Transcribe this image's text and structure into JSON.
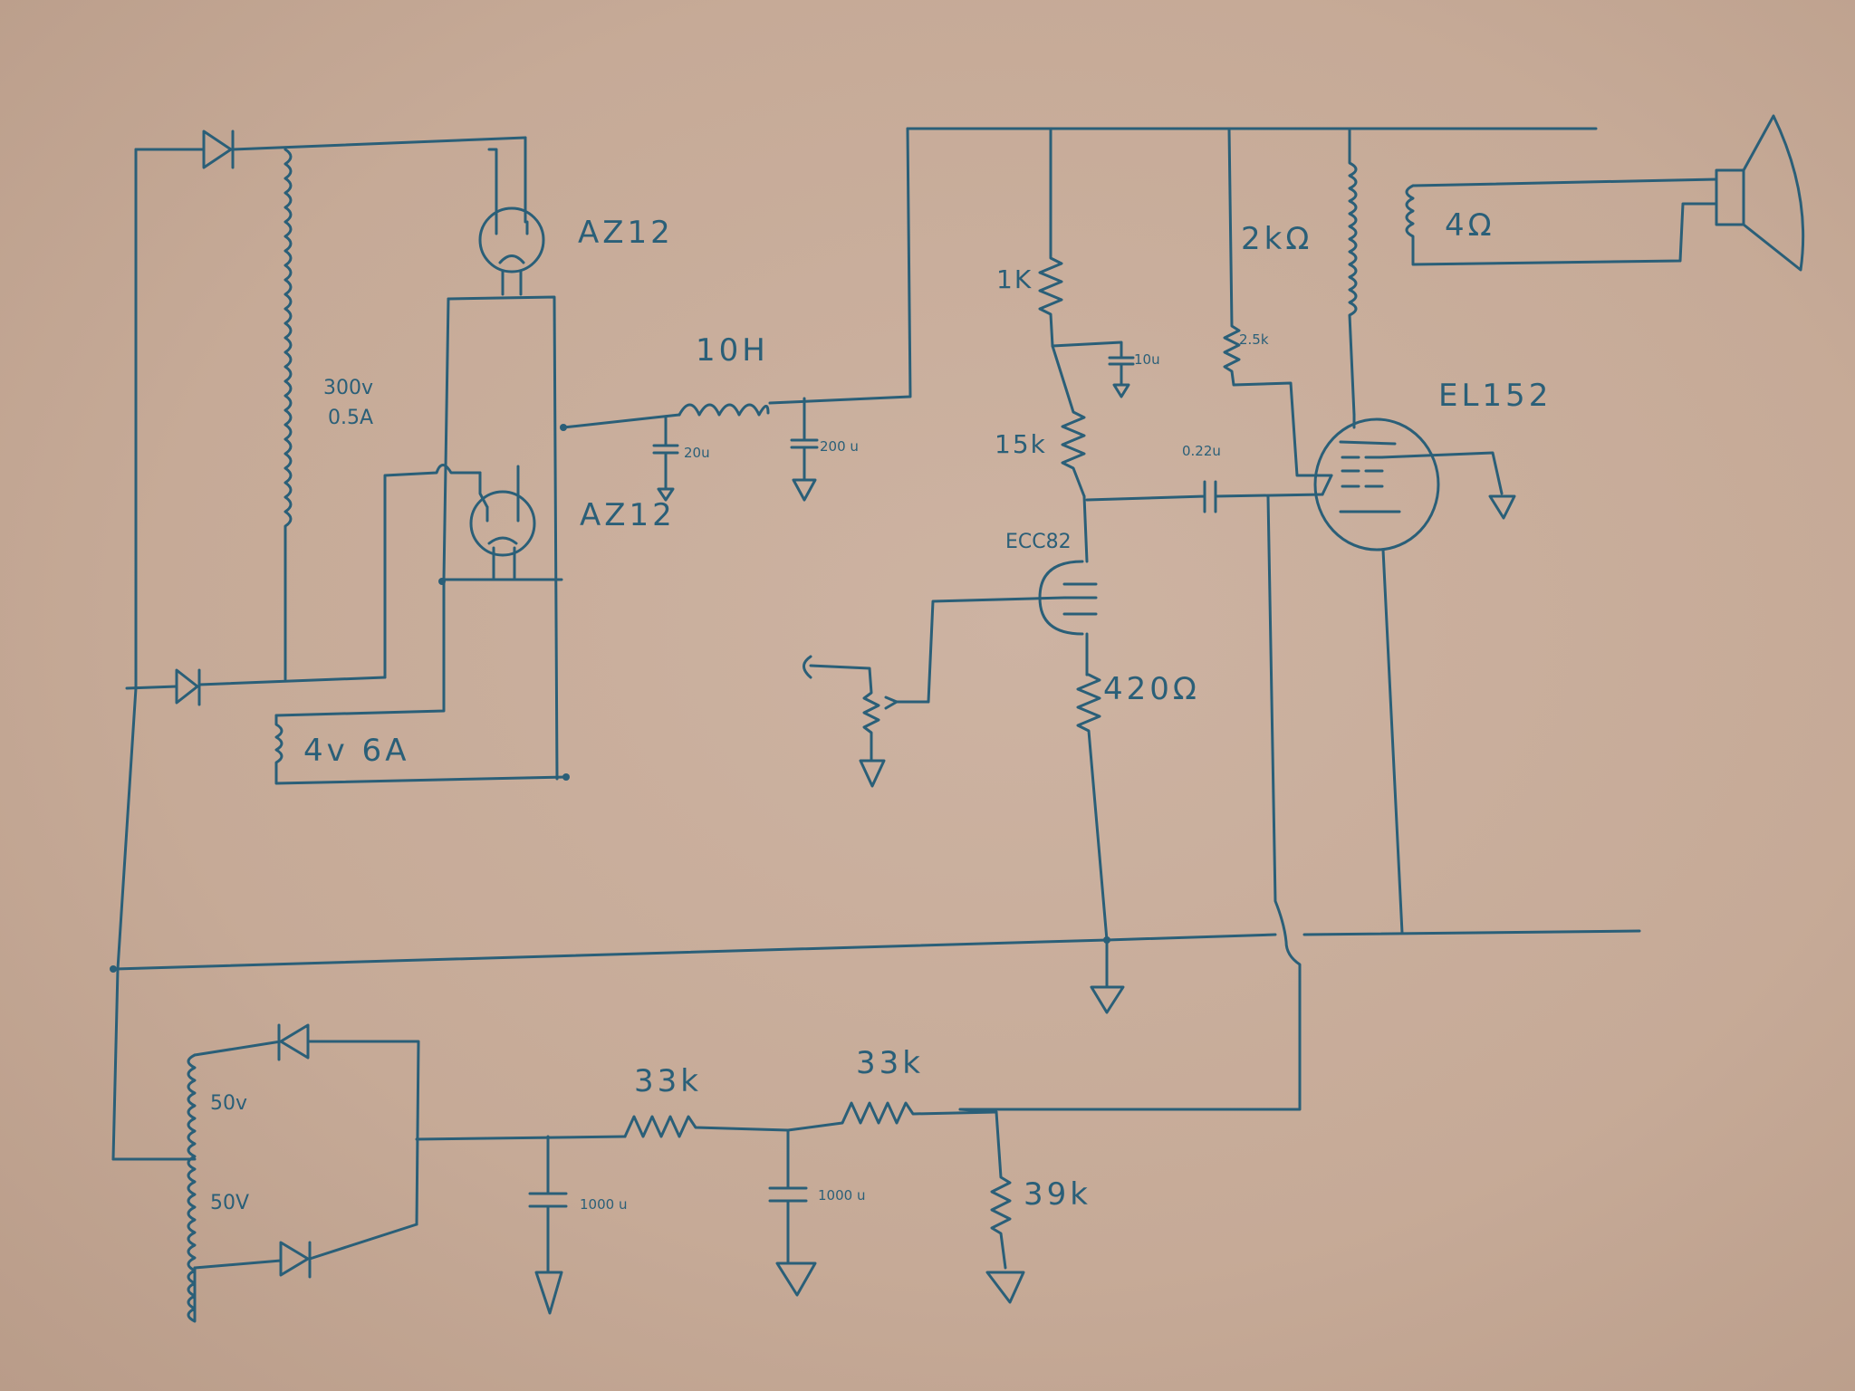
{
  "labels": {
    "az212_top": "AZ12",
    "az212_bottom": "AZ12",
    "hv_winding_voltage": "300v",
    "hv_winding_current": "0.5A",
    "heater_winding": "4v 6A",
    "choke": "10H",
    "cap_20u": "20u",
    "cap_200u": "200 u",
    "res_1k": "1K",
    "cap_10u": "10u",
    "res_15k": "15k",
    "tube_ecc82": "ECC82",
    "res_420": "420Ω",
    "cap_022": "0.22u",
    "res_2k5": "2.5k",
    "tube_el152": "EL152",
    "transformer_primary": "2kΩ",
    "transformer_secondary": "4Ω",
    "bias_50v_top": "50v",
    "bias_50v_bottom": "50V",
    "res_33k_a": "33k",
    "res_33k_b": "33k",
    "res_39k": "39k",
    "cap_1000u_a": "1000 u",
    "cap_1000u_b": "1000 u"
  },
  "colors": {
    "ink": "#2a5f78",
    "paper": "#c9ae9c"
  }
}
